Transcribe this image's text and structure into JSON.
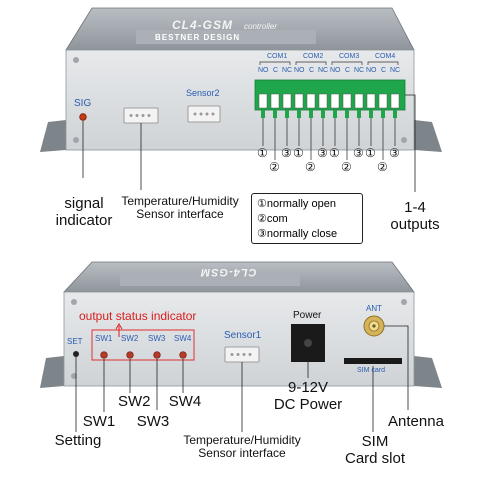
{
  "top_panel": {
    "brand": "CL4-GSM",
    "subtitle": "controller",
    "maker": "BESTNER DESIGN",
    "sig": "SIG",
    "sensor2": "Sensor2",
    "com_labels": [
      "COM1",
      "COM2",
      "COM3",
      "COM4"
    ],
    "pin_labels": [
      "NO",
      "C",
      "NC",
      "NO",
      "C",
      "NC",
      "NO",
      "C",
      "NC",
      "NO",
      "C",
      "NC"
    ],
    "pin_numbers": [
      "①",
      "③",
      "①",
      "③",
      "①",
      "③",
      "①",
      "③"
    ],
    "pin_numbers_row2": [
      "②",
      "②",
      "②",
      "②"
    ]
  },
  "bottom_panel": {
    "brand": "CL4-GSM",
    "output_status": "output status indicator",
    "set": "SET",
    "sw_labels": [
      "SW1",
      "SW2",
      "SW3",
      "SW4"
    ],
    "sensor1": "Sensor1",
    "power": "Power",
    "ant": "ANT",
    "sim_card": "SIM card"
  },
  "callouts": {
    "signal_indicator": "signal\nindicator",
    "temp_sensor_top": "Temperature/Humidity\nSensor interface",
    "legend": [
      "①normally open",
      "②com",
      "③normally close"
    ],
    "outputs": "1-4\noutputs",
    "setting": "Setting",
    "sw1": "SW1",
    "sw2": "SW2",
    "sw3": "SW3",
    "sw4": "SW4",
    "temp_sensor_bottom": "Temperature/Humidity\nSensor interface",
    "power_label": "9-12V\nDC Power",
    "sim_slot": "SIM\nCard slot",
    "antenna": "Antenna"
  },
  "colors": {
    "panel": "#d9dcdf",
    "terminal_green": "#1fa64a",
    "red_label": "#d81e1e",
    "red_box": "#e03030"
  }
}
